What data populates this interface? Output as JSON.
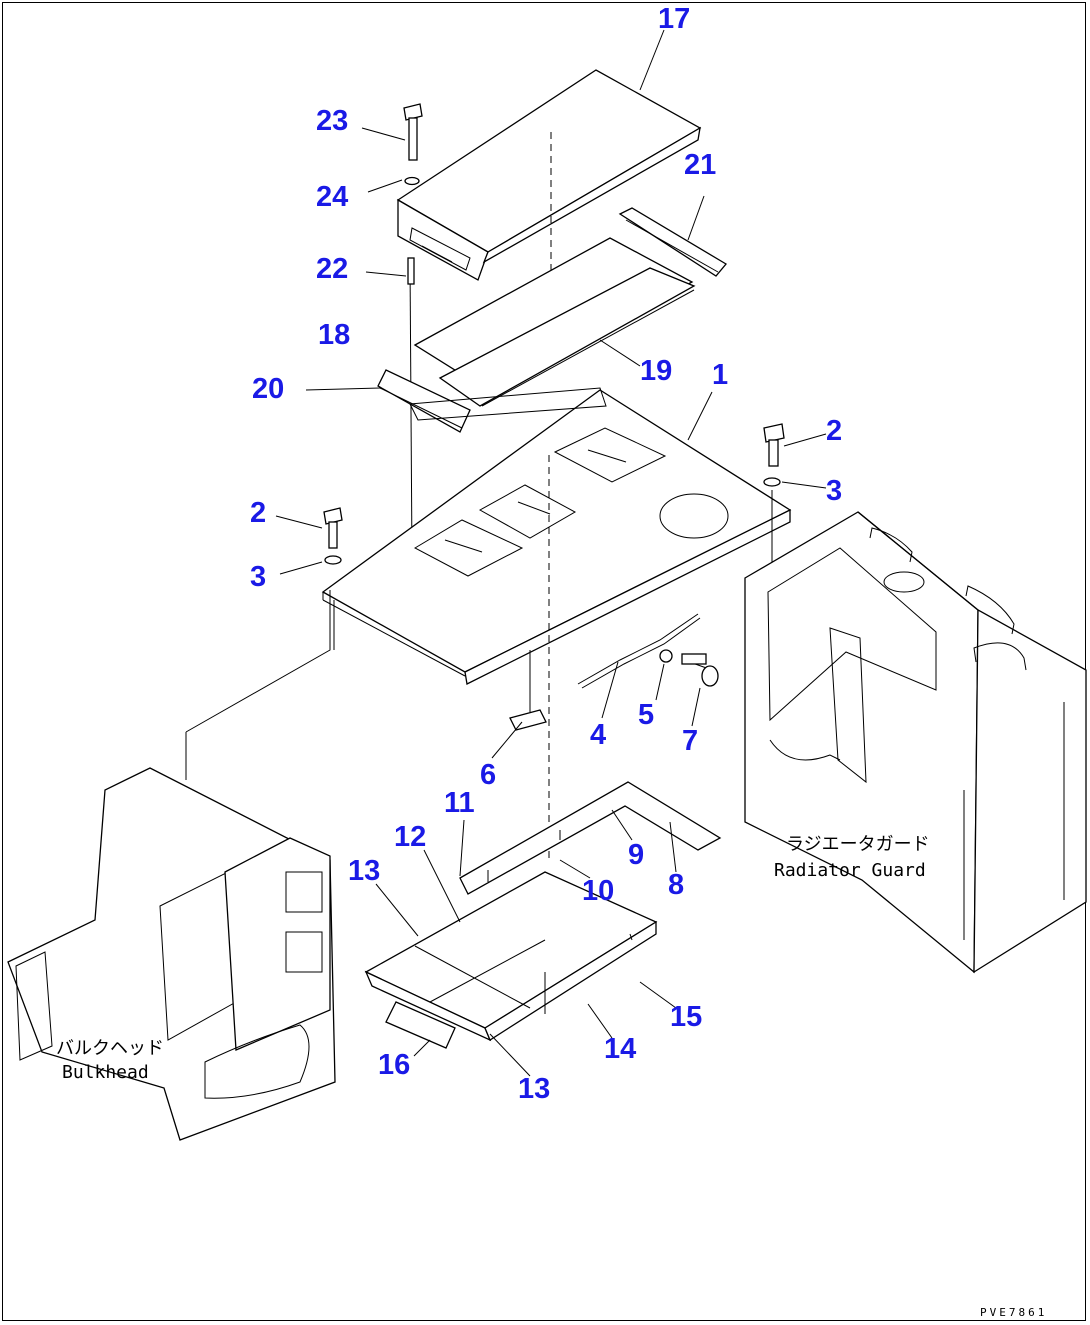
{
  "diagram": {
    "callouts": [
      {
        "id": "c17",
        "text": "17"
      },
      {
        "id": "c23",
        "text": "23"
      },
      {
        "id": "c21",
        "text": "21"
      },
      {
        "id": "c24",
        "text": "24"
      },
      {
        "id": "c22",
        "text": "22"
      },
      {
        "id": "c18",
        "text": "18"
      },
      {
        "id": "c19",
        "text": "19"
      },
      {
        "id": "c1",
        "text": "1"
      },
      {
        "id": "c20",
        "text": "20"
      },
      {
        "id": "c2a",
        "text": "2"
      },
      {
        "id": "c3a",
        "text": "3"
      },
      {
        "id": "c2b",
        "text": "2"
      },
      {
        "id": "c3b",
        "text": "3"
      },
      {
        "id": "c5",
        "text": "5"
      },
      {
        "id": "c4",
        "text": "4"
      },
      {
        "id": "c7",
        "text": "7"
      },
      {
        "id": "c6",
        "text": "6"
      },
      {
        "id": "c11",
        "text": "11"
      },
      {
        "id": "c12",
        "text": "12"
      },
      {
        "id": "c9",
        "text": "9"
      },
      {
        "id": "c13a",
        "text": "13"
      },
      {
        "id": "c10",
        "text": "10"
      },
      {
        "id": "c8",
        "text": "8"
      },
      {
        "id": "c15",
        "text": "15"
      },
      {
        "id": "c14",
        "text": "14"
      },
      {
        "id": "c16",
        "text": "16"
      },
      {
        "id": "c13b",
        "text": "13"
      }
    ],
    "labels": {
      "radiator_guard_jp": "ラジエータガード",
      "radiator_guard_en": "Radiator Guard",
      "bulkhead_jp": "バルクヘッド",
      "bulkhead_en": "Bulkhead"
    },
    "drawing_code": "PVE7861",
    "colors": {
      "callout": "#1a1ae6",
      "line": "#000000",
      "background": "#ffffff"
    }
  }
}
